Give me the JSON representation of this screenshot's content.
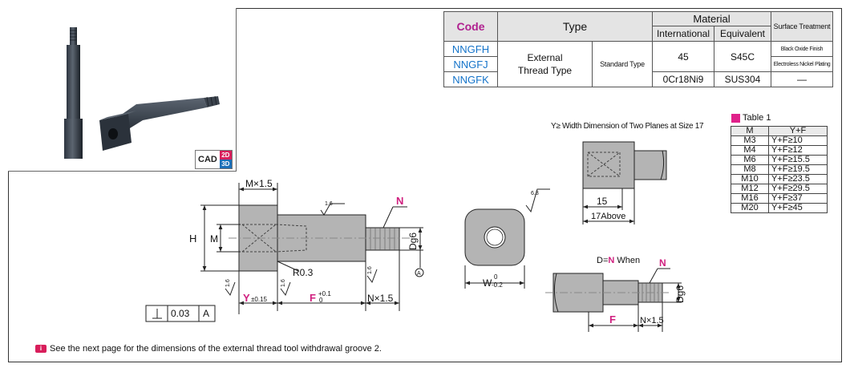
{
  "cad_badge": {
    "cad": "CAD",
    "d2": "2D",
    "d3": "3D"
  },
  "spec_table": {
    "headers": {
      "code": "Code",
      "type": "Type",
      "material": "Material",
      "international": "International",
      "equivalent": "Equivalent",
      "surface": "Surface Treatment"
    },
    "type_main": "External\nThread Type",
    "type_sub": "Standard Type",
    "rows": [
      {
        "code": "NNGFH",
        "international": "45",
        "equivalent": "S45C",
        "surface": "Black Oxide Finish"
      },
      {
        "code": "NNGFJ",
        "international": "",
        "equivalent": "",
        "surface": "Electroless Nickel Plating"
      },
      {
        "code": "NNGFK",
        "international": "0Cr18Ni9",
        "equivalent": "SUS304",
        "surface": "—"
      }
    ]
  },
  "table1": {
    "title": "Table 1",
    "headers": [
      "M",
      "Y+F"
    ],
    "rows": [
      [
        "M3",
        "Y+F≥10"
      ],
      [
        "M4",
        "Y+F≥12"
      ],
      [
        "M6",
        "Y+F≥15.5"
      ],
      [
        "M8",
        "Y+F≥19.5"
      ],
      [
        "M10",
        "Y+F≥23.5"
      ],
      [
        "M12",
        "Y+F≥29.5"
      ],
      [
        "M16",
        "Y+F≥37"
      ],
      [
        "M20",
        "Y+F≥45"
      ]
    ]
  },
  "drawing": {
    "main": {
      "mx": "M×1.5",
      "h": "H",
      "m": "M",
      "n": "N",
      "dg6": "Dg6",
      "r": "R0.3",
      "rough": "1.6",
      "y": "Y",
      "y_tol": "±0.15",
      "f": "F",
      "f_tol_top": "+0.1",
      "f_tol_bot": "0",
      "nx": "N×1.5",
      "datum": "A",
      "tol_value": "0.03",
      "tol_datum": "A"
    },
    "end_view": {
      "w": "W",
      "w_tol_top": "0",
      "w_tol_bot": "-0.2",
      "rough": "6.3"
    },
    "side_view": {
      "note": "Y≥ Width Dimension of Two Planes at Size 17",
      "d15": "15",
      "d17": "17Above"
    },
    "detail": {
      "note_pre": "D=",
      "note_n": "N",
      "note_post": " When",
      "n": "N",
      "dg6": "Dg6",
      "f": "F",
      "nx": "N×1.5"
    }
  },
  "footnote": {
    "mark": "i",
    "text": "See the next page for the dimensions of the external thread tool withdrawal groove 2."
  }
}
